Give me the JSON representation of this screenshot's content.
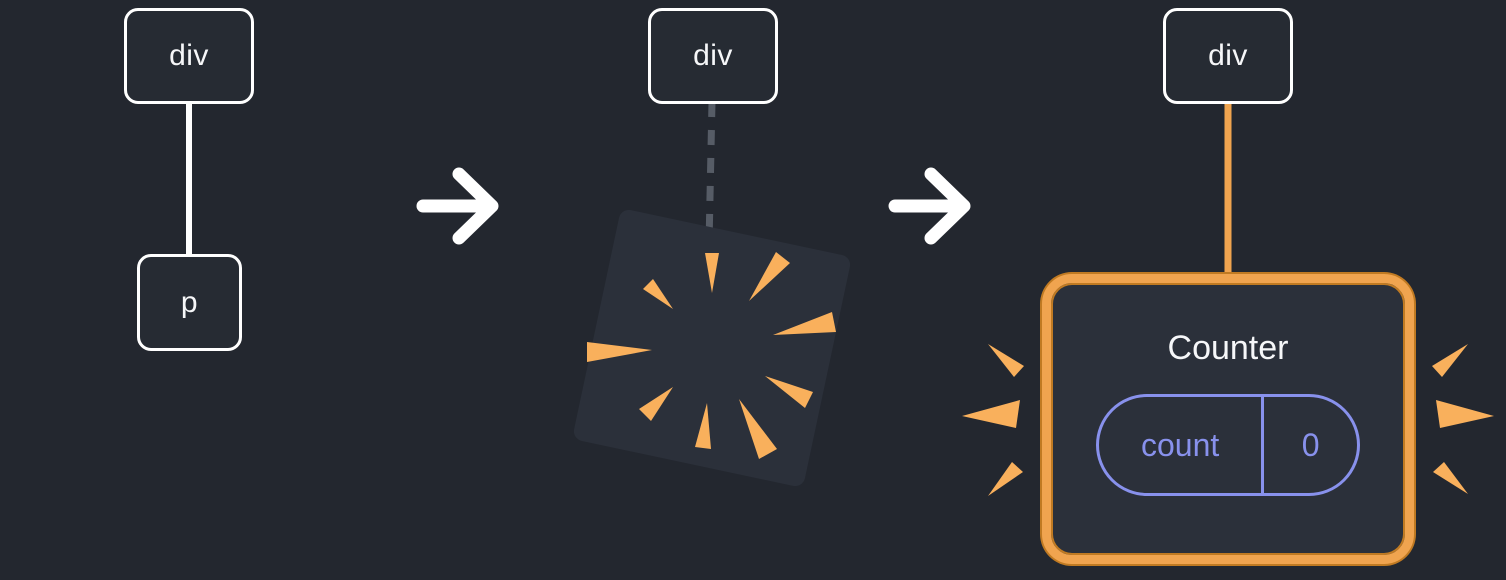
{
  "steps": {
    "before": {
      "parent": "div",
      "child": "p"
    },
    "transition": {
      "parent": "div"
    },
    "after": {
      "parent": "div",
      "component": {
        "title": "Counter",
        "state_key": "count",
        "state_value": "0"
      }
    }
  },
  "icons": {
    "arrow_right": "→"
  },
  "colors": {
    "background": "#23272F",
    "node_fill": "#262B33",
    "node_border": "#FFFFFF",
    "text_light": "#F6F7F9",
    "edge_white": "#FFFFFF",
    "edge_dashed_gray": "#565C66",
    "accent_orange": "#F0A44F",
    "accent_orange_dark": "#C07A22",
    "spark_orange": "#F9B05C",
    "state_purple": "#8891EC",
    "explosion_fill": "#2B303A"
  }
}
